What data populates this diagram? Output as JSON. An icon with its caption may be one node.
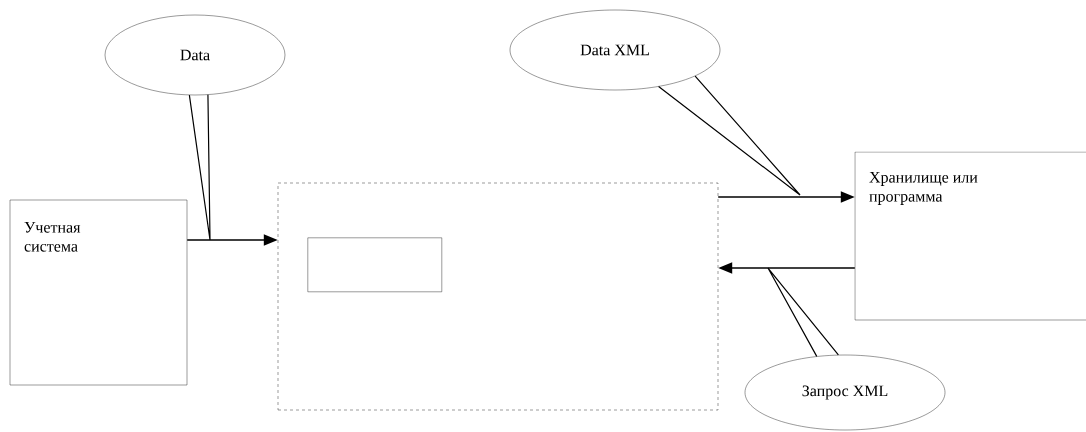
{
  "diagram": {
    "nodes": [
      {
        "text": [
          "Учетная система"
        ]
      },
      {
        "text": [],
        "shape": "box"
      },
      {
        "text": [],
        "shape": "box",
        "in": 1
      },
      {
        "text": [
          "Хранилище или программа"
        ]
      },
      {
        "text": [
          "Data"
        ]
      },
      {
        "text": [
          "Data  XML"
        ]
      },
      {
        "text": [
          "Запрос XML"
        ]
      }
    ],
    "edges": [
      {
        "from": 0,
        "to": 1,
        "arrow": "to"
      },
      {
        "from": 1,
        "to": 3,
        "arrow": "to"
      },
      {
        "from": 3,
        "to": 1,
        "arrow": "to"
      },
      {
        "from": 4,
        "to": null,
        "arrow": "none"
      },
      {
        "from": 5,
        "to": null,
        "arrow": "none"
      },
      {
        "from": 6,
        "to": null,
        "arrow": "none"
      }
    ]
  }
}
